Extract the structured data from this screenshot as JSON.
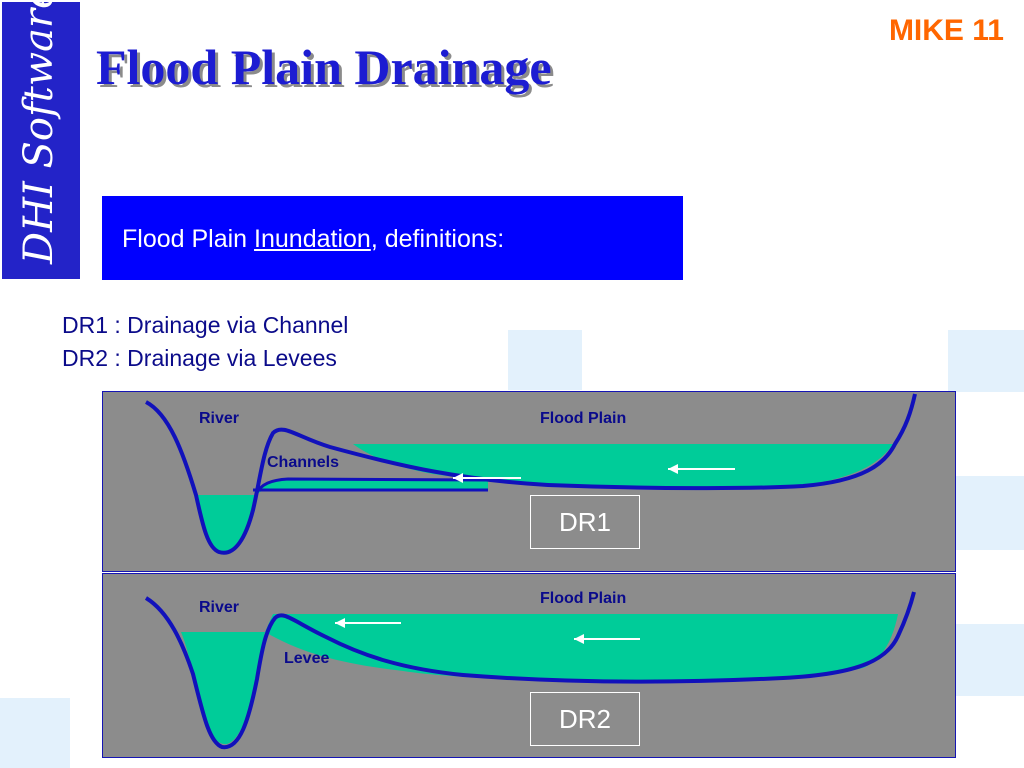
{
  "slide": {
    "title": "Flood Plain Drainage",
    "product": "MIKE 11",
    "logo_text": "DHI Software"
  },
  "definition_box": {
    "prefix": "Flood Plain ",
    "underlined": "Inundation",
    "suffix": ", definitions:"
  },
  "definitions": [
    "DR1 : Drainage via Channel",
    "DR2 : Drainage via Levees"
  ],
  "panel_dr1": {
    "label_river": "River",
    "label_flood_plain": "Flood Plain",
    "label_channels": "Channels",
    "box_label": "DR1"
  },
  "panel_dr2": {
    "label_river": "River",
    "label_flood_plain": "Flood Plain",
    "label_levee": "Levee",
    "box_label": "DR2"
  },
  "colors": {
    "water": "#00cc99",
    "terrain": "#1111bb",
    "panel": "#8c8c8c",
    "title": "#1c1cd2",
    "accent": "#ff6600"
  }
}
